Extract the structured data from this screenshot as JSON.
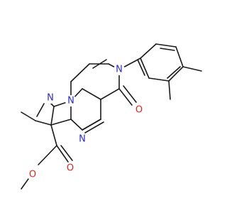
{
  "molecule": {
    "colors": {
      "bond": "#1a1a1a",
      "N": "#2b2bd6",
      "O": "#e0281c",
      "C": "#1a1a1a"
    },
    "atom_labels": {
      "n_pyridinone": "N",
      "n_pyrazole_bridge": "N",
      "n_pyrazole": "N",
      "n_pyrimidine": "N",
      "o_carbonyl": "O",
      "o_ester_carbonyl": "O",
      "o_ester": "O"
    }
  }
}
